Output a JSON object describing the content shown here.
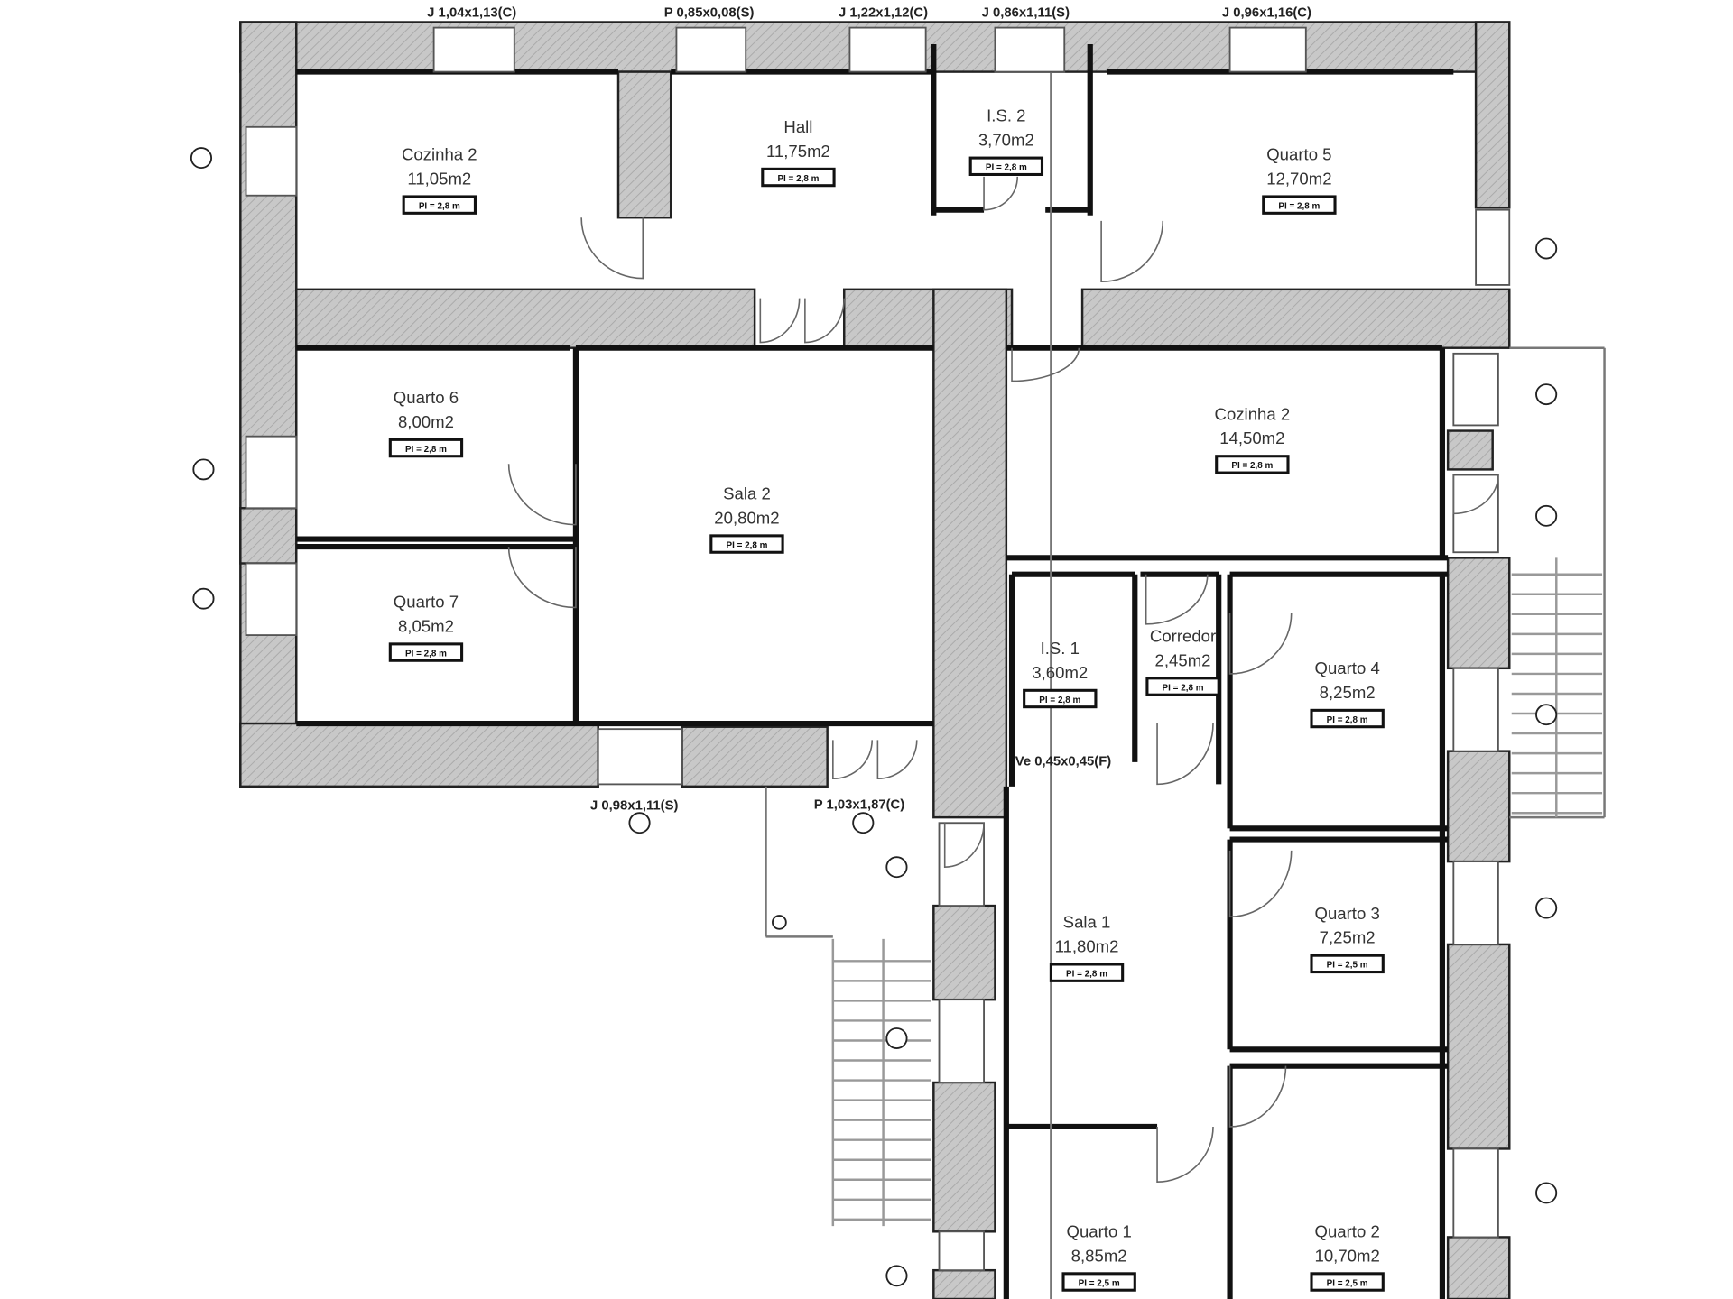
{
  "plan": {
    "rooms": [
      {
        "name": "Cozinha 2",
        "area": "11,05m2",
        "badge": "PI = 2,8 m"
      },
      {
        "name": "Hall",
        "area": "11,75m2",
        "badge": "PI = 2,8 m"
      },
      {
        "name": "I.S. 2",
        "area": "3,70m2",
        "badge": "PI = 2,8 m"
      },
      {
        "name": "Quarto 5",
        "area": "12,70m2",
        "badge": "PI = 2,8 m"
      },
      {
        "name": "Quarto 6",
        "area": "8,00m2",
        "badge": "PI = 2,8 m"
      },
      {
        "name": "Sala 2",
        "area": "20,80m2",
        "badge": "PI = 2,8 m"
      },
      {
        "name": "Cozinha 2",
        "area": "14,50m2",
        "badge": "PI = 2,8 m"
      },
      {
        "name": "Quarto 7",
        "area": "8,05m2",
        "badge": "PI = 2,8 m"
      },
      {
        "name": "I.S. 1",
        "area": "3,60m2",
        "badge": "PI = 2,8 m"
      },
      {
        "name": "Corredor",
        "area": "2,45m2",
        "badge": "PI = 2,8 m"
      },
      {
        "name": "Quarto 4",
        "area": "8,25m2",
        "badge": "PI = 2,8 m"
      },
      {
        "name": "Sala 1",
        "area": "11,80m2",
        "badge": "PI = 2,8 m"
      },
      {
        "name": "Quarto 3",
        "area": "7,25m2",
        "badge": "PI = 2,5 m"
      },
      {
        "name": "Quarto 1",
        "area": "8,85m2",
        "badge": "PI = 2,5 m"
      },
      {
        "name": "Quarto 2",
        "area": "10,70m2",
        "badge": "PI = 2,5 m"
      }
    ],
    "openings": [
      {
        "label": "J 1,04x1,13(C)"
      },
      {
        "label": "P 0,85x0,08(S)"
      },
      {
        "label": "J 1,22x1,12(C)"
      },
      {
        "label": "J 0,86x1,11(S)"
      },
      {
        "label": "J 0,96x1,16(C)"
      },
      {
        "label": "J 0,98x1,11(S)"
      },
      {
        "label": "P 1,03x1,87(C)"
      },
      {
        "label": "Ve 0,45x0,45(F)"
      }
    ],
    "colors": {
      "wall": "#c8c8c8",
      "line": "#111111",
      "background": "#ffffff"
    }
  }
}
